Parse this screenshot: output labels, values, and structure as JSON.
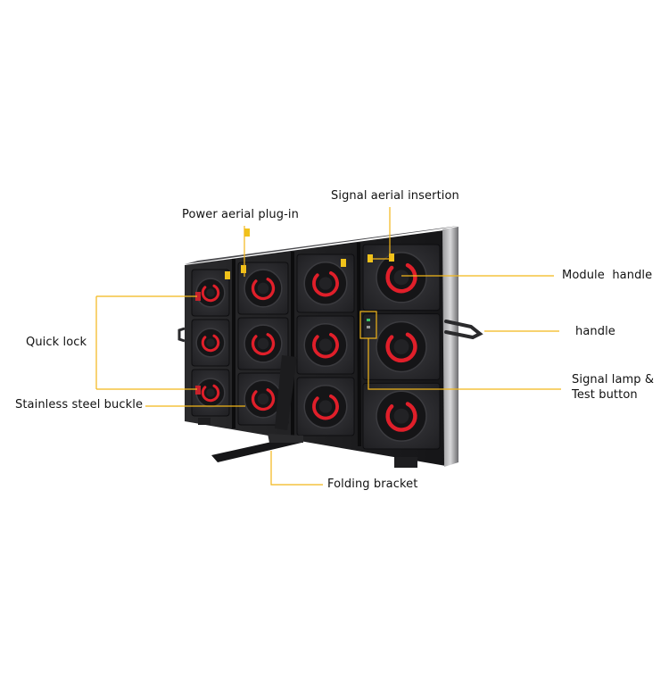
{
  "diagram": {
    "subject": "LED display cabinet rear view",
    "labels": {
      "power_aerial": "Power aerial plug-in",
      "signal_aerial": "Signal aerial insertion",
      "module_handle": "Module  handle",
      "handle": "handle",
      "quick_lock": "Quick lock",
      "signal_lamp_line1": "Signal lamp &",
      "signal_lamp_line2": "Test button",
      "stainless_buckle": "Stainless steel buckle",
      "folding_bracket": "Folding bracket"
    },
    "colors": {
      "leader_line": "#f2b619",
      "cabinet_dark": "#1c1c1e",
      "module_face": "#2a2a2d",
      "fan_ring": "#e01f2a",
      "connector": "#f0c21a",
      "label_text": "#111111"
    },
    "module_grid": {
      "rows": 3,
      "columns": 4
    }
  }
}
